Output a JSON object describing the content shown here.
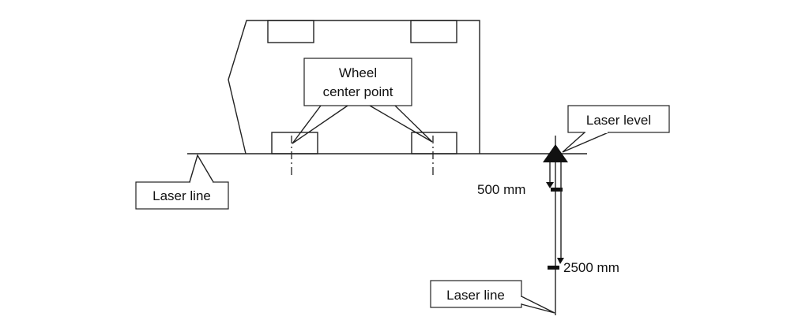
{
  "diagram": {
    "title": "Laser level setup relative to wheel center points",
    "labels": {
      "wheel_center_line1": "Wheel",
      "wheel_center_line2": "center point",
      "laser_level": "Laser level",
      "laser_line_left": "Laser line",
      "laser_line_bottom": "Laser line",
      "distance_near": "500 mm",
      "distance_far": "2500 mm"
    },
    "colors": {
      "line": "#222222",
      "text": "#111111",
      "background": "#ffffff"
    }
  }
}
